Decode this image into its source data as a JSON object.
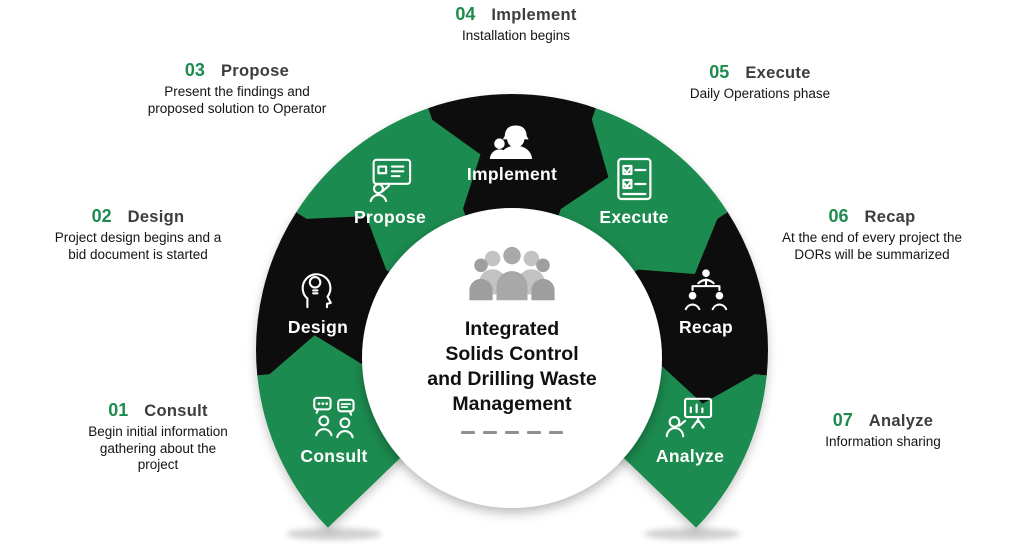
{
  "center": {
    "icon": "team-group-icon",
    "title_lines": [
      "Integrated",
      "Solids Control",
      "and Drilling Waste",
      "Management"
    ]
  },
  "steps": [
    {
      "number": "01",
      "title": "Consult",
      "description": "Begin initial information gathering about the project",
      "icon": "consult-chat-people-icon",
      "segment_color": "#1E8B4F"
    },
    {
      "number": "02",
      "title": "Design",
      "description": "Project design begins and a bid document is started",
      "icon": "design-head-lightbulb-icon",
      "segment_color": "#0B0B0B"
    },
    {
      "number": "03",
      "title": "Propose",
      "description": "Present the findings and proposed solution to Operator",
      "icon": "propose-presentation-icon",
      "segment_color": "#1E8B4F"
    },
    {
      "number": "04",
      "title": "Implement",
      "description": "Installation begins",
      "icon": "implement-worker-icon",
      "segment_color": "#0B0B0B"
    },
    {
      "number": "05",
      "title": "Execute",
      "description": "Daily Operations phase",
      "icon": "execute-checklist-icon",
      "segment_color": "#1E8B4F"
    },
    {
      "number": "06",
      "title": "Recap",
      "description": "At the end of every project the DORs will be summarized",
      "icon": "recap-team-review-icon",
      "segment_color": "#0B0B0B"
    },
    {
      "number": "07",
      "title": "Analyze",
      "description": "Information sharing",
      "icon": "analyze-presenter-chart-icon",
      "segment_color": "#1E8B4F"
    }
  ],
  "colors": {
    "green": "#1E8B4F",
    "black": "#0B0B0B",
    "number_text": "#1E8B4F",
    "title_text": "#3D3D3D",
    "center_icon_gray": "#ABABAB"
  }
}
